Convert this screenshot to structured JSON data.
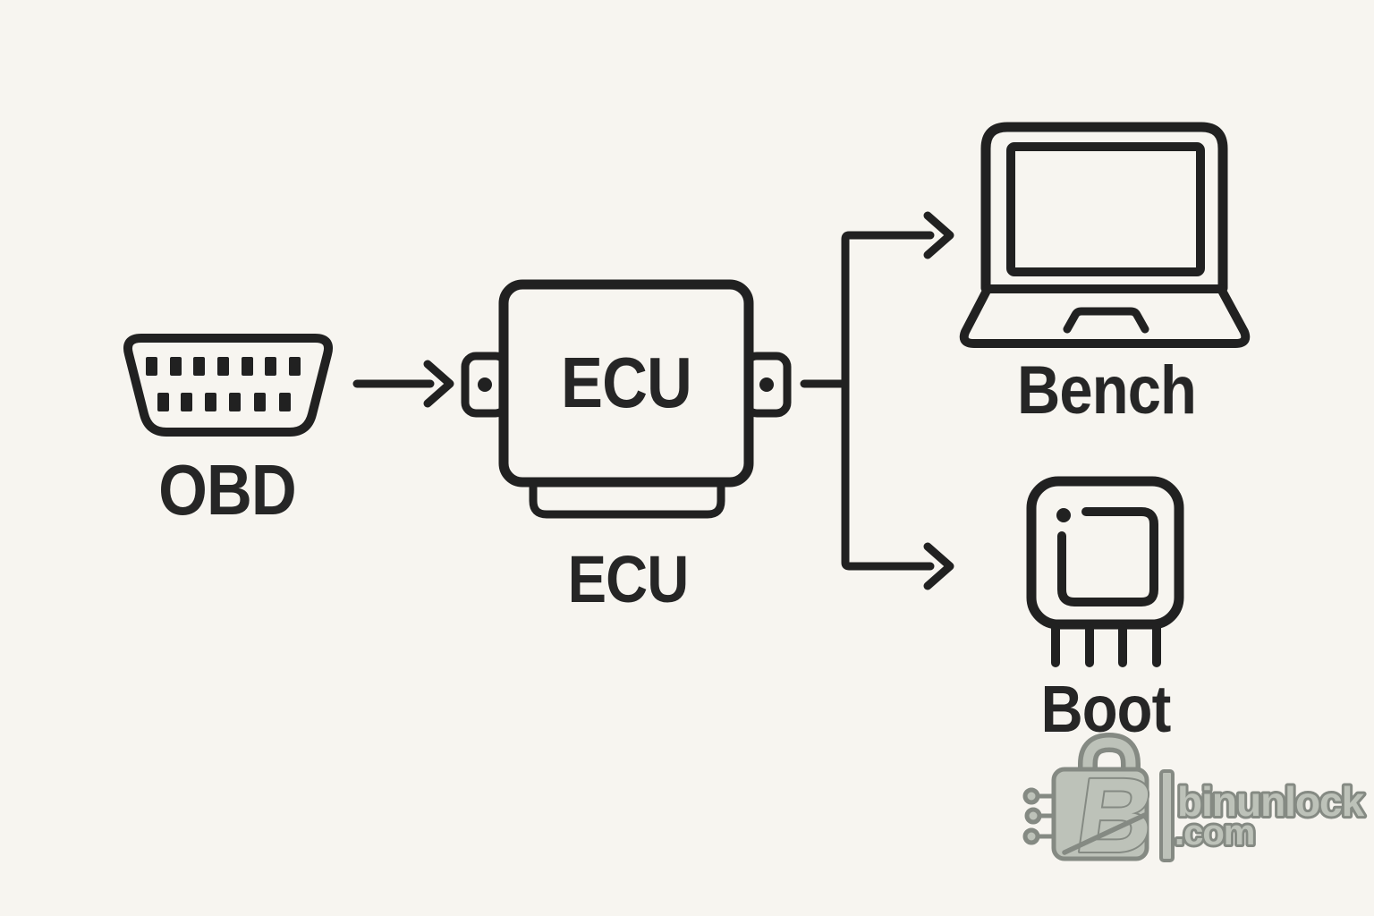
{
  "page": {
    "background_color": "#f7f5f0",
    "stroke_color": "#212121",
    "label_color": "#262626"
  },
  "diagram": {
    "nodes": [
      {
        "id": "obd",
        "label": "OBD",
        "icon": "obd-connector"
      },
      {
        "id": "ecu",
        "label": "ECU",
        "box_text": "ECU",
        "icon": "ecu-module"
      },
      {
        "id": "bench",
        "label": "Bench",
        "icon": "laptop"
      },
      {
        "id": "boot",
        "label": "Boot",
        "icon": "chip"
      }
    ],
    "connections": [
      {
        "from": "OBD",
        "to": "ECU"
      },
      {
        "from": "ECU",
        "to": "Bench"
      },
      {
        "from": "ECU",
        "to": "Boot"
      }
    ]
  },
  "watermark": {
    "logo_letter": "B",
    "site_name": "binunlock",
    "site_tld": ".com",
    "fill_color": "#bdc2b9",
    "outline_color": "#858a83"
  }
}
